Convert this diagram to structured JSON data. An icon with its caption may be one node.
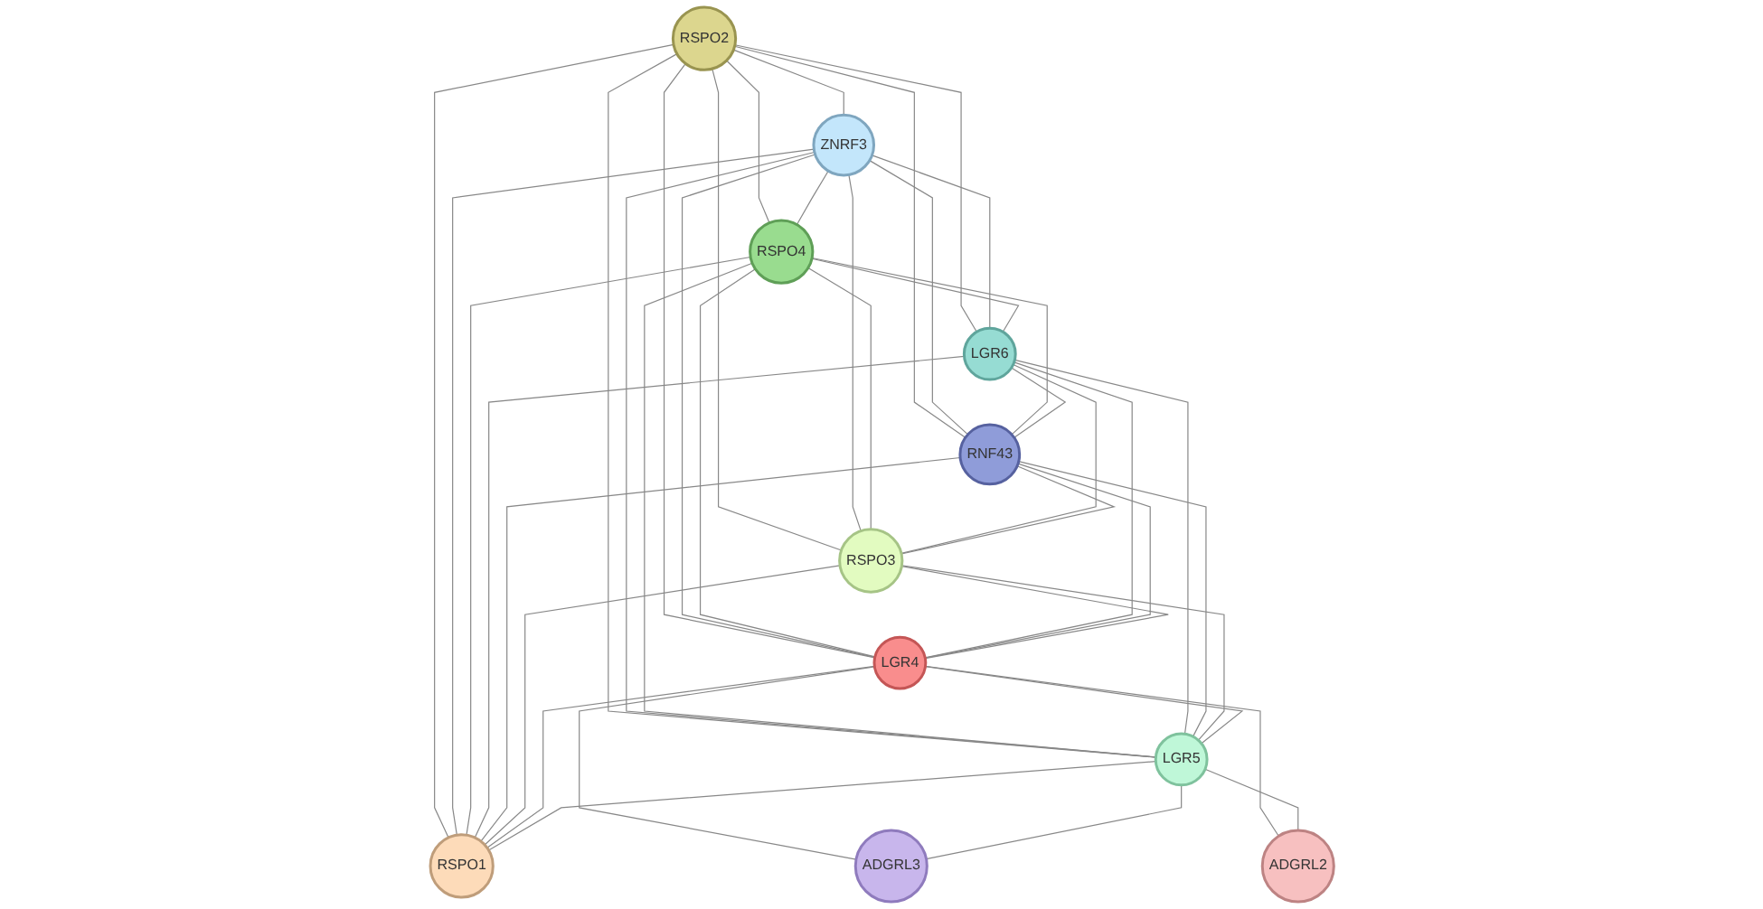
{
  "diagram": {
    "nodes": [
      {
        "text": [
          "RSPO2"
        ]
      },
      {
        "text": [
          "ZNRF3"
        ]
      },
      {
        "text": [
          "RSPO4"
        ]
      },
      {
        "text": [
          "LGR6"
        ]
      },
      {
        "text": [
          "RNF43"
        ]
      },
      {
        "text": [
          "RSPO3"
        ]
      },
      {
        "text": [
          "LGR4"
        ]
      },
      {
        "text": [
          "LGR5"
        ]
      },
      {
        "text": [
          "RSPO1"
        ]
      },
      {
        "text": [
          "ADGRL3"
        ]
      },
      {
        "text": [
          "ADGRL2"
        ]
      }
    ],
    "edges": [
      {
        "from": 0,
        "to": 1,
        "arrow": "none"
      },
      {
        "from": 0,
        "to": 2,
        "arrow": "none"
      },
      {
        "from": 0,
        "to": 3,
        "arrow": "none"
      },
      {
        "from": 0,
        "to": 4,
        "arrow": "none"
      },
      {
        "from": 0,
        "to": 5,
        "arrow": "none"
      },
      {
        "from": 0,
        "to": 6,
        "arrow": "none"
      },
      {
        "from": 0,
        "to": 7,
        "arrow": "none"
      },
      {
        "from": 0,
        "to": 8,
        "arrow": "none"
      },
      {
        "from": 1,
        "to": 2,
        "arrow": "none"
      },
      {
        "from": 1,
        "to": 3,
        "arrow": "none"
      },
      {
        "from": 1,
        "to": 4,
        "arrow": "none"
      },
      {
        "from": 1,
        "to": 5,
        "arrow": "none"
      },
      {
        "from": 1,
        "to": 6,
        "arrow": "none"
      },
      {
        "from": 1,
        "to": 7,
        "arrow": "none"
      },
      {
        "from": 1,
        "to": 8,
        "arrow": "none"
      },
      {
        "from": 2,
        "to": 3,
        "arrow": "none"
      },
      {
        "from": 2,
        "to": 4,
        "arrow": "none"
      },
      {
        "from": 2,
        "to": 5,
        "arrow": "none"
      },
      {
        "from": 2,
        "to": 6,
        "arrow": "none"
      },
      {
        "from": 2,
        "to": 7,
        "arrow": "none"
      },
      {
        "from": 2,
        "to": 8,
        "arrow": "none"
      },
      {
        "from": 3,
        "to": 4,
        "arrow": "none"
      },
      {
        "from": 3,
        "to": 5,
        "arrow": "none"
      },
      {
        "from": 3,
        "to": 6,
        "arrow": "none"
      },
      {
        "from": 3,
        "to": 7,
        "arrow": "none"
      },
      {
        "from": 3,
        "to": 8,
        "arrow": "none"
      },
      {
        "from": 4,
        "to": 5,
        "arrow": "none"
      },
      {
        "from": 4,
        "to": 6,
        "arrow": "none"
      },
      {
        "from": 4,
        "to": 7,
        "arrow": "none"
      },
      {
        "from": 4,
        "to": 8,
        "arrow": "none"
      },
      {
        "from": 5,
        "to": 6,
        "arrow": "none"
      },
      {
        "from": 5,
        "to": 7,
        "arrow": "none"
      },
      {
        "from": 5,
        "to": 8,
        "arrow": "none"
      },
      {
        "from": 6,
        "to": 7,
        "arrow": "none"
      },
      {
        "from": 6,
        "to": 8,
        "arrow": "none"
      },
      {
        "from": 7,
        "to": 8,
        "arrow": "none"
      },
      {
        "from": 6,
        "to": 9,
        "arrow": "none"
      },
      {
        "from": 7,
        "to": 9,
        "arrow": "none"
      },
      {
        "from": 6,
        "to": 10,
        "arrow": "none"
      },
      {
        "from": 7,
        "to": 10,
        "arrow": "none"
      }
    ]
  }
}
